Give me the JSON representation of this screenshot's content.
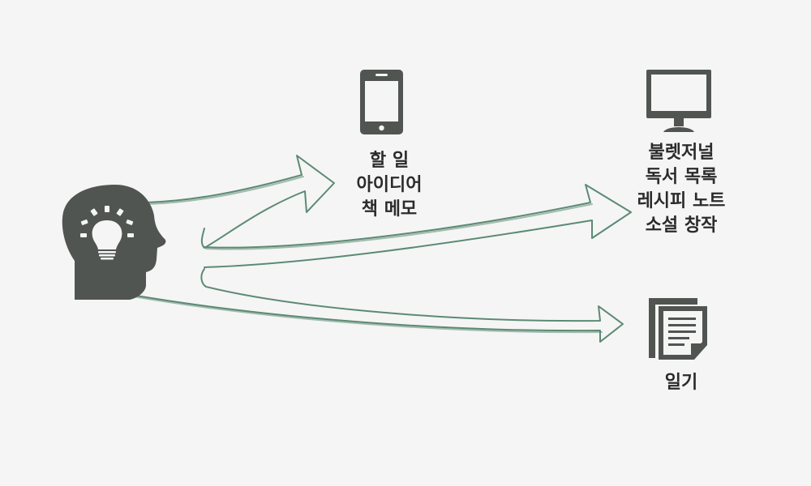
{
  "colors": {
    "background": "#f5f5f5",
    "icon": "#515552",
    "arrow": "#5c8a74",
    "text": "#2b2b2b"
  },
  "nodes": {
    "source": {
      "icon": "head-with-lightbulb-icon"
    },
    "phone": {
      "icon": "smartphone-icon",
      "items": [
        "할 일",
        "아이디어",
        "책 메모"
      ]
    },
    "monitor": {
      "icon": "monitor-icon",
      "items": [
        "불렛저널",
        "독서 목록",
        "레시피 노트",
        "소설 창작"
      ]
    },
    "document": {
      "icon": "document-stack-icon",
      "items": [
        "일기"
      ]
    }
  }
}
